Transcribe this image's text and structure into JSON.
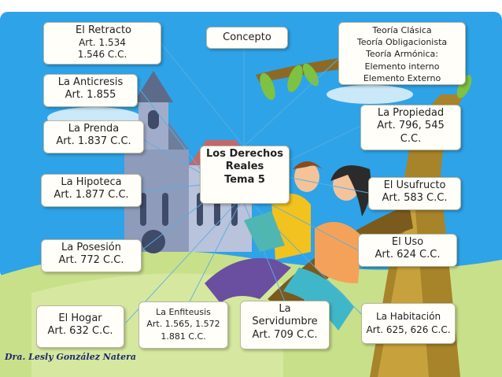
{
  "colors": {
    "sky": "#2ea3e8",
    "grass": "#c9e08a",
    "connector": "#5aaee0",
    "box_fill": "#fffef9",
    "signature": "#1f2a6b"
  },
  "diagram": {
    "center": {
      "lines": [
        "Los Derechos",
        "Reales",
        "Tema 5"
      ]
    },
    "concepto": {
      "lines": [
        "Concepto"
      ]
    },
    "teorias": {
      "lines": [
        "Teoría Clásica",
        "Teoría Obligacionista",
        "Teoría Armónica:",
        "Elemento interno",
        "Elemento Externo"
      ]
    },
    "retracto": {
      "lines": [
        "El Retracto",
        "Art. 1.534",
        "1.546 C.C."
      ]
    },
    "anticresis": {
      "lines": [
        "La Anticresis",
        "Art. 1.855"
      ]
    },
    "prenda": {
      "lines": [
        "La Prenda",
        "Art. 1.837 C.C."
      ]
    },
    "hipoteca": {
      "lines": [
        "La Hipoteca",
        "Art. 1.877 C.C."
      ]
    },
    "posesion": {
      "lines": [
        "La Posesión",
        "Art. 772 C.C."
      ]
    },
    "hogar": {
      "lines": [
        "El Hogar",
        "Art. 632 C.C."
      ]
    },
    "enfiteusis": {
      "lines": [
        "La Enfiteusis",
        "Art. 1.565, 1.572",
        "1.881 C.C."
      ]
    },
    "servidumbre": {
      "lines": [
        "La",
        "Servidumbre",
        "Art. 709 C.C."
      ]
    },
    "habitacion": {
      "lines": [
        "La Habitación",
        "Art. 625, 626 C.C."
      ]
    },
    "uso": {
      "lines": [
        "El Uso",
        "Art. 624 C.C."
      ]
    },
    "usufructo": {
      "lines": [
        "El Usufructo",
        "Art. 583 C.C."
      ]
    },
    "propiedad": {
      "lines": [
        "La Propiedad",
        "Art. 796, 545",
        "C.C."
      ]
    }
  },
  "signature": "Dra. Lesly González Natera",
  "illustration": {
    "subjects": [
      "church-icon",
      "tree-icon",
      "reading-couple-icon"
    ]
  }
}
